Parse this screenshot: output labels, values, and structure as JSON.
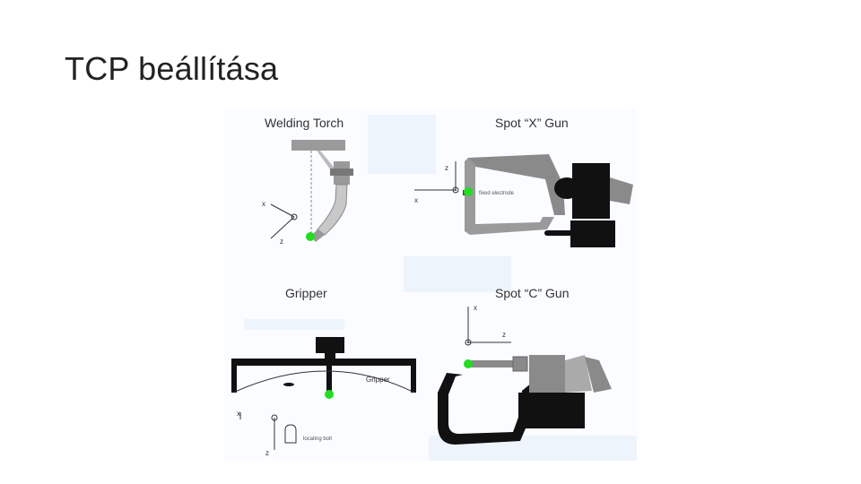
{
  "slide": {
    "title": "TCP beállítása"
  },
  "figure": {
    "panels": {
      "welding_torch": {
        "title": "Welding Torch",
        "axis_x": "x",
        "axis_z": "z"
      },
      "spot_x_gun": {
        "title": "Spot “X” Gun",
        "axis_z": "z",
        "axis_x": "x",
        "note": "fixed electrode"
      },
      "gripper": {
        "title": "Gripper",
        "arc_label": "Gripper",
        "axis_x": "x",
        "axis_z": "z",
        "note": "locating bolt"
      },
      "spot_c_gun": {
        "title": "Spot “C” Gun",
        "axis_x": "x",
        "axis_z": "z"
      }
    },
    "colors": {
      "tcp_point": "#22dd22",
      "dark": "#111111",
      "gray": "#8a8a8a",
      "light_gray": "#c8c8c8",
      "panel_tint": "#eef4fb"
    }
  }
}
